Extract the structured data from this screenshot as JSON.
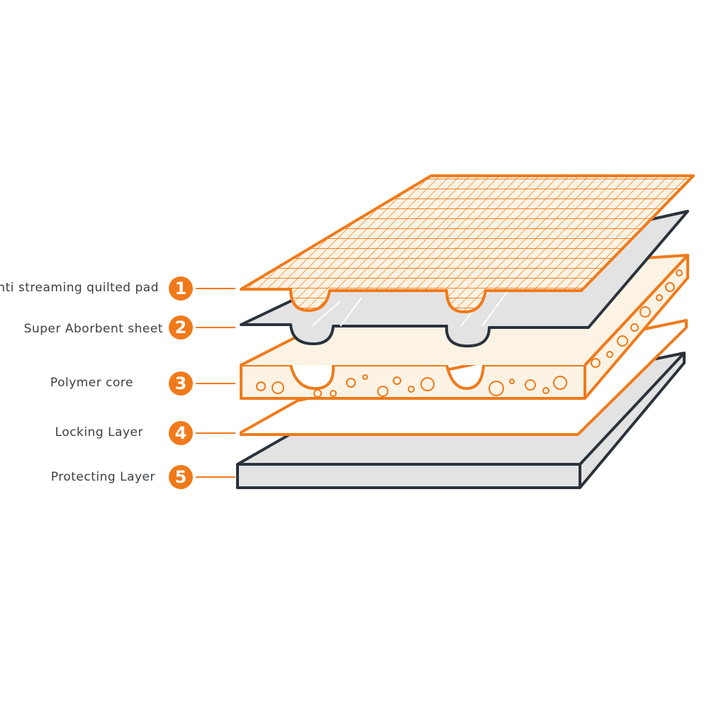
{
  "colors": {
    "accent": "#f07a1a",
    "dark": "#2b323b",
    "gray_fill": "#e3e3e3",
    "core_fill": "#fdf3e4",
    "background": "#ffffff"
  },
  "layers": [
    {
      "number": "1",
      "label": "Anti streaming quilted pad"
    },
    {
      "number": "2",
      "label": "Super Aborbent sheet"
    },
    {
      "number": "3",
      "label": "Polymer core"
    },
    {
      "number": "4",
      "label": "Locking Layer"
    },
    {
      "number": "5",
      "label": "Protecting Layer"
    }
  ]
}
